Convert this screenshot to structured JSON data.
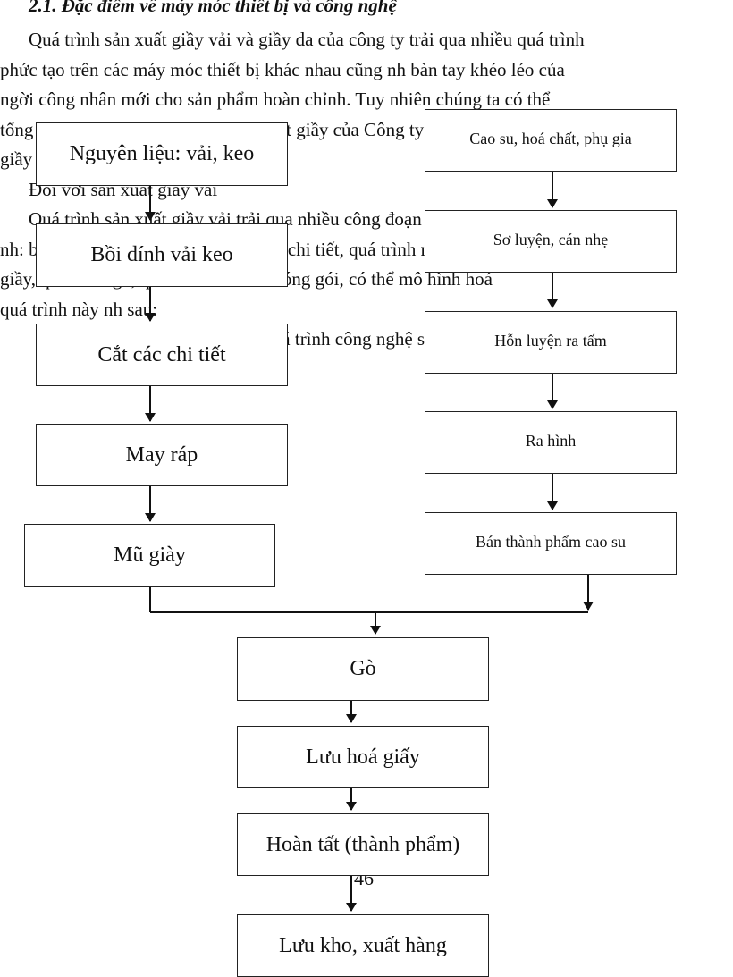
{
  "heading": "2.1. Đặc điểm về máy móc thiết bị và công nghệ",
  "body_lines": [
    "Quá trình sản xuất giầy vải và giầy da của công ty trải qua nhiều quá trình",
    "phức tạo trên các máy móc thiết bị khác nhau cũng nh bàn tay khéo léo của",
    "ngời công nhân mới cho sản phẩm hoàn chỉnh. Tuy nhiên chúng ta có thể",
    "tổng quát quá trình công nghệ sản xuất giầy của Công ty Da-",
    "giầy",
    "Đối với sản xuất giầy vải",
    "Quá trình sản xuất giầy vải trải qua nhiều công đoạn và quá trình phức tạp",
    "nh: bồi dính vải keo, quá trình cắt các chi tiết, quá trình may ráp thành mũ",
    "giầy, quá trình gò, quá trình thu hoá đóng gói, có thể mô hình hoá",
    "quá trình này nh sau:",
    "Sơ đồ quá trình công nghệ sản xuất giầy vải"
  ],
  "flowchart": {
    "left_steps": [
      "Nguyên liệu: vải, keo",
      "Bồi dính vải keo",
      "Cắt các chi tiết",
      "May ráp",
      "Mũ giày"
    ],
    "right_steps": [
      "Cao su, hoá chất, phụ gia",
      "Sơ luyện, cán nhẹ",
      "Hỗn luyện ra tấm",
      "Ra hình",
      "Bán thành phẩm cao su"
    ],
    "merged_steps": [
      "Gò",
      "Lưu hoá giấy",
      "Hoàn tất (thành phẩm)",
      "Lưu kho, xuất hàng"
    ]
  },
  "page_number": "46"
}
